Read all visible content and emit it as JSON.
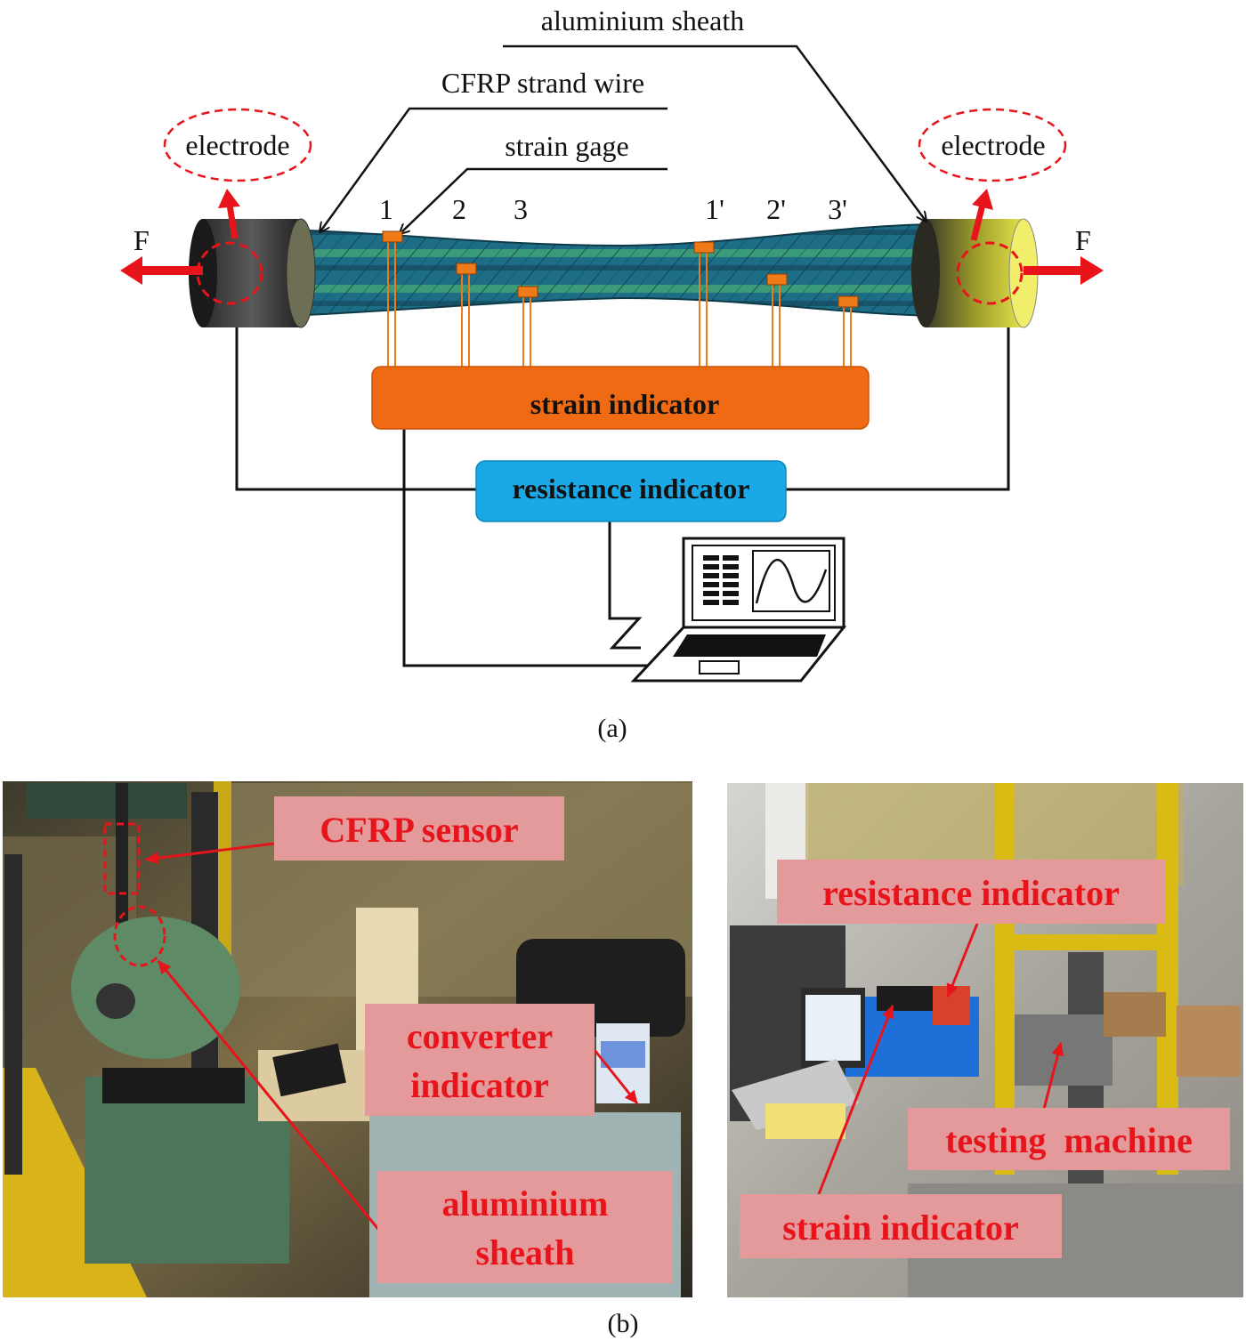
{
  "panel_a": {
    "labels": {
      "aluminium_sheath": "aluminium sheath",
      "cfrp_strand_wire": "CFRP strand wire",
      "strain_gage": "strain gage",
      "electrode_left": "electrode",
      "electrode_right": "electrode",
      "force_left": "F",
      "force_right": "F"
    },
    "gages": [
      "1",
      "2",
      "3",
      "1'",
      "2'",
      "3'"
    ],
    "strain_indicator": "strain indicator",
    "resistance_indicator": "resistance indicator",
    "caption": "(a)",
    "colors": {
      "strain_box": "#ef6a12",
      "resistance_box": "#1aa9e6",
      "force_arrow": "#e8141b",
      "strand": "#1f6f8b",
      "gage": "#ef7a1a"
    }
  },
  "panel_b": {
    "left_photo": {
      "cfrp_sensor": "CFRP sensor",
      "converter_1": "converter",
      "converter_2": "indicator",
      "sheath_1": "aluminium",
      "sheath_2": "sheath"
    },
    "right_photo": {
      "resistance_indicator": "resistance indicator",
      "testing_machine": "testing  machine",
      "strain_indicator": "strain indicator"
    },
    "caption": "(b)",
    "colors": {
      "callout_bg": "#e49a9a",
      "callout_text": "#e8141b"
    }
  }
}
